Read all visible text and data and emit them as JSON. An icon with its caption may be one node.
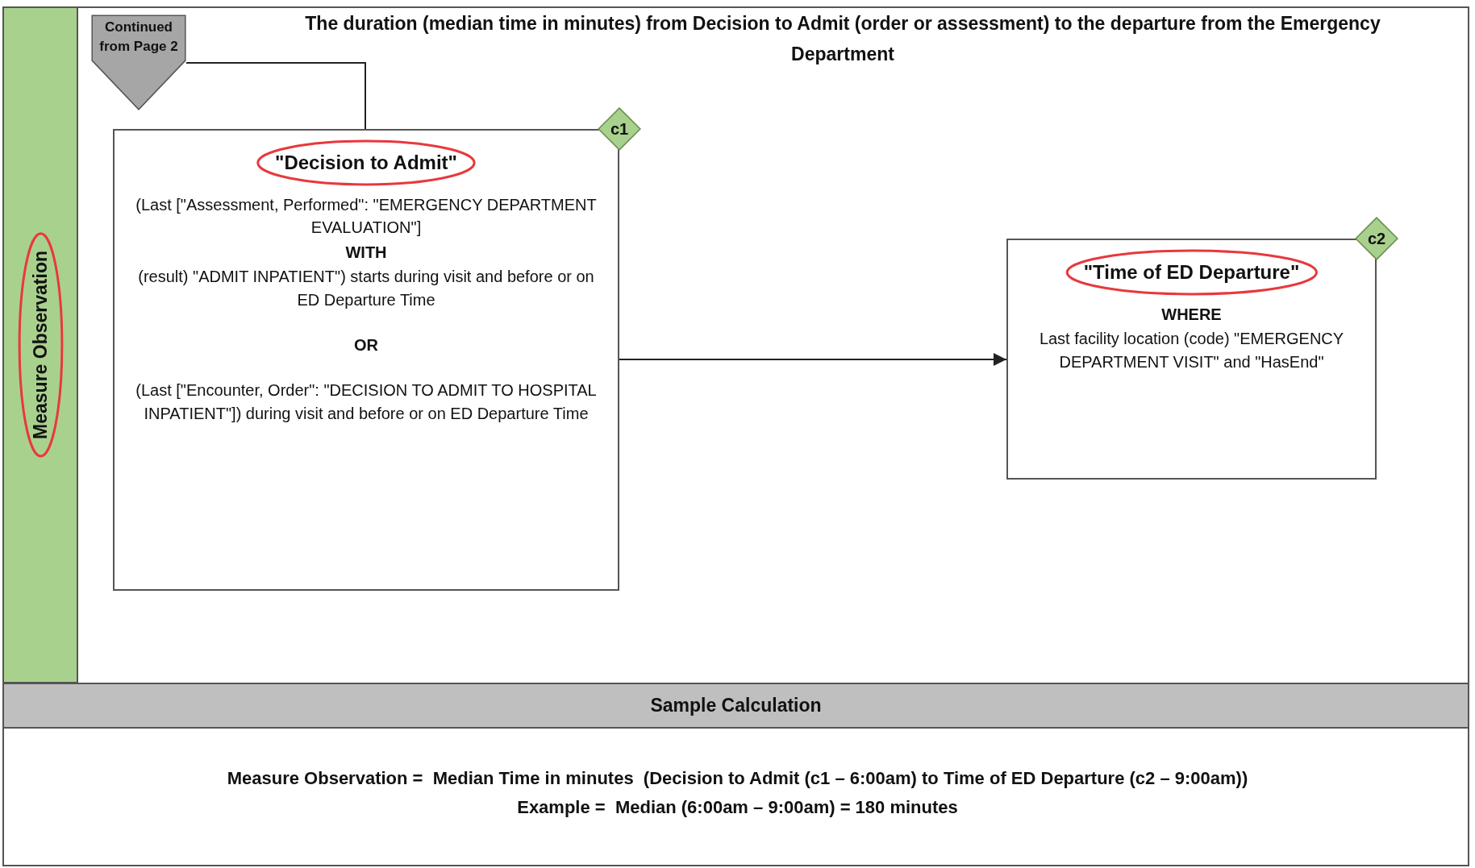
{
  "diagram": {
    "title": "The duration (median time in minutes) from Decision to Admit (order or assessment) to the departure from the Emergency Department",
    "nodes": [
      {
        "text": [
          "Measure Observation"
        ]
      },
      {
        "text": [
          "Continued from Page 2"
        ]
      },
      {
        "text": [
          "\"Decision to Admit\"",
          "(Last [\"Assessment, Performed\": \"EMERGENCY DEPARTMENT EVALUATION\"]",
          "WITH",
          "(result) \"ADMIT INPATIENT\") starts during visit and before or on ED Departure Time",
          "OR",
          "(Last [\"Encounter, Order\": \"DECISION TO ADMIT TO HOSPITAL INPATIENT\"]) during visit and before or on ED Departure Time"
        ]
      },
      {
        "text": [
          "c1"
        ]
      },
      {
        "text": [
          "\"Time of ED Departure\"",
          "WHERE",
          "Last facility location (code) \"EMERGENCY DEPARTMENT VISIT\" and \"HasEnd\""
        ]
      },
      {
        "text": [
          "c2"
        ]
      },
      {
        "text": [
          "Sample Calculation"
        ]
      }
    ],
    "edges": [
      {
        "from": 1,
        "to": 2,
        "arrow": "none"
      },
      {
        "from": 2,
        "to": 4,
        "arrow": "to"
      }
    ],
    "labels": [
      "Measure Observation =  Median Time in minutes  (Decision to Admit (c1 – 6:00am) to Time of ED Departure (c2 – 9:00am))",
      "Example =  Median (6:00am – 9:00am) = 180 minutes"
    ]
  }
}
